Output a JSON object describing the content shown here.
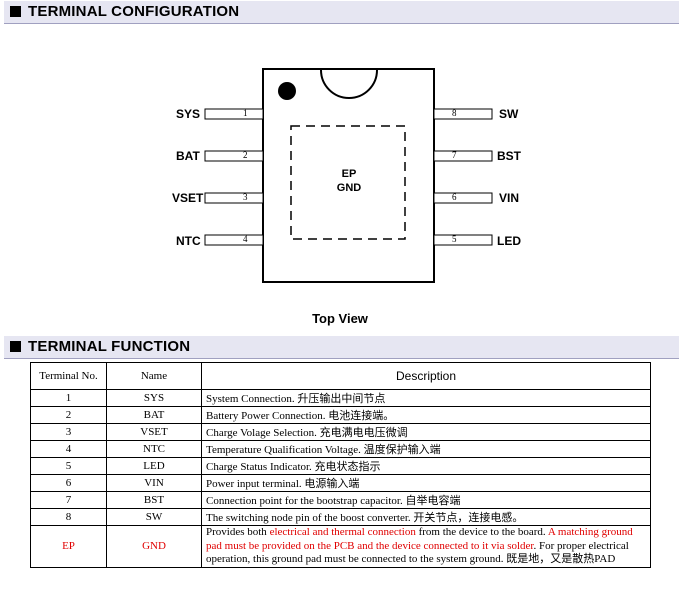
{
  "sections": {
    "config_title": "TERMINAL CONFIGURATION",
    "function_title": "TERMINAL FUNCTION"
  },
  "diagram": {
    "left_pins": [
      {
        "num": "1",
        "name": "SYS"
      },
      {
        "num": "2",
        "name": "BAT"
      },
      {
        "num": "3",
        "name": "VSET"
      },
      {
        "num": "4",
        "name": "NTC"
      }
    ],
    "right_pins": [
      {
        "num": "8",
        "name": "SW"
      },
      {
        "num": "7",
        "name": "BST"
      },
      {
        "num": "6",
        "name": "VIN"
      },
      {
        "num": "5",
        "name": "LED"
      }
    ],
    "ep_line1": "EP",
    "ep_line2": "GND",
    "caption": "Top View"
  },
  "table": {
    "headers": {
      "no": "Terminal No.",
      "name": "Name",
      "desc": "Description"
    },
    "rows": [
      {
        "no": "1",
        "name": "SYS",
        "desc": "System Connection. 升压输出中间节点"
      },
      {
        "no": "2",
        "name": "BAT",
        "desc": "Battery Power Connection. 电池连接端。"
      },
      {
        "no": "3",
        "name": "VSET",
        "desc": "Charge Volage Selection. 充电满电电压微调"
      },
      {
        "no": "4",
        "name": "NTC",
        "desc": "Temperature Qualification Voltage. 温度保护输入端"
      },
      {
        "no": "5",
        "name": "LED",
        "desc": "Charge Status Indicator. 充电状态指示"
      },
      {
        "no": "6",
        "name": "VIN",
        "desc": "Power input terminal. 电源输入端"
      },
      {
        "no": "7",
        "name": "BST",
        "desc": "Connection point for the bootstrap capacitor. 自举电容端"
      },
      {
        "no": "8",
        "name": "SW",
        "desc": "The switching node pin of the boost converter. 开关节点，连接电感。"
      }
    ],
    "ep_row": {
      "no": "EP",
      "name": "GND",
      "desc_1": "Provides both ",
      "desc_2": "electrical and thermal connection",
      "desc_3": " from the device to the board. ",
      "desc_4": "A matching ground pad must be provided on the PCB and the device connected to it via solder",
      "desc_5": ". For proper electrical operation, this ground pad must be connected to the system ground. 既是地，又是散热PAD"
    }
  },
  "colors": {
    "red": "#e00000",
    "section_bg": "#e6e6f2"
  }
}
